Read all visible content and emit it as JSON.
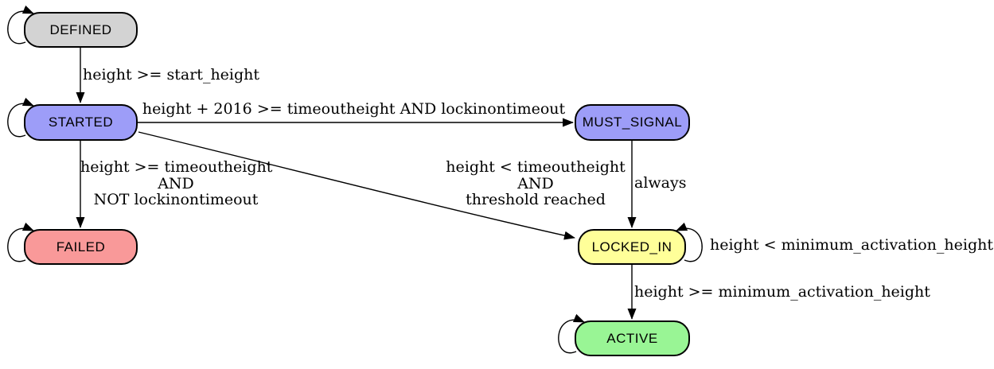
{
  "diagram": {
    "type": "state-machine",
    "background_color": "#ffffff",
    "edge_color": "#000000",
    "states": [
      {
        "id": "DEFINED",
        "label": "DEFINED",
        "color": "#d3d3d3",
        "self_loop": true
      },
      {
        "id": "STARTED",
        "label": "STARTED",
        "color": "#9d9df8",
        "self_loop": true
      },
      {
        "id": "MUST_SIGNAL",
        "label": "MUST_SIGNAL",
        "color": "#9d9df8",
        "self_loop": false
      },
      {
        "id": "FAILED",
        "label": "FAILED",
        "color": "#f99999",
        "self_loop": true
      },
      {
        "id": "LOCKED_IN",
        "label": "LOCKED_IN",
        "color": "#ffff99",
        "self_loop": true
      },
      {
        "id": "ACTIVE",
        "label": "ACTIVE",
        "color": "#99f595",
        "self_loop": true
      }
    ],
    "transitions": [
      {
        "from": "DEFINED",
        "to": "STARTED",
        "label_lines": [
          "height >= start_height"
        ]
      },
      {
        "from": "STARTED",
        "to": "MUST_SIGNAL",
        "label_lines": [
          "height + 2016 >= timeoutheight AND lockinontimeout"
        ]
      },
      {
        "from": "STARTED",
        "to": "FAILED",
        "label_lines": [
          "height >= timeoutheight",
          "AND",
          "NOT lockinontimeout"
        ]
      },
      {
        "from": "STARTED",
        "to": "LOCKED_IN",
        "label_lines": [
          "height < timeoutheight",
          "AND",
          "threshold reached"
        ]
      },
      {
        "from": "MUST_SIGNAL",
        "to": "LOCKED_IN",
        "label_lines": [
          "always"
        ]
      },
      {
        "from": "LOCKED_IN",
        "to": "LOCKED_IN",
        "label_lines": [
          "height < minimum_activation_height"
        ]
      },
      {
        "from": "LOCKED_IN",
        "to": "ACTIVE",
        "label_lines": [
          "height >= minimum_activation_height"
        ]
      }
    ]
  }
}
